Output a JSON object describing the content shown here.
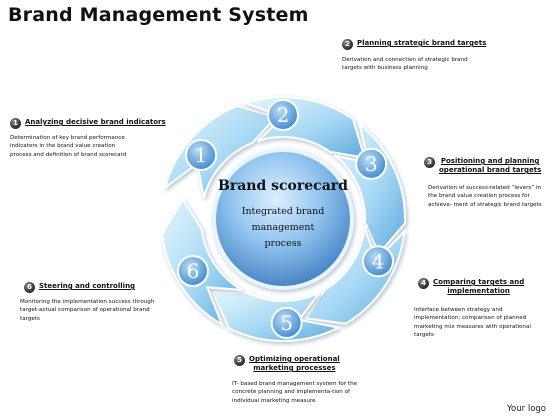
{
  "title": "Brand Management System",
  "center": {
    "heading": "Brand scorecard",
    "line1": "Integrated brand",
    "line2": "management",
    "line3": "process"
  },
  "ring_numbers": [
    "1",
    "2",
    "3",
    "4",
    "5",
    "6"
  ],
  "steps": [
    {
      "num": "1",
      "title": "Analyzing decisive brand indicators",
      "desc": [
        "Determination of key brand performance",
        "indicators in the brand value creation",
        "process and definition of brand scorecard"
      ]
    },
    {
      "num": "2",
      "title": "Planning strategic brand targets",
      "desc": [
        "Derivation and connection of strategic brand",
        "targets with business planning"
      ]
    },
    {
      "num": "3",
      "title_lines": [
        "Positioning and planning",
        "operational brand targets"
      ],
      "desc": [
        "Derivation of success-related “levers” in",
        "the brand value creation process for",
        "achieve- ment of strategic brand targets"
      ]
    },
    {
      "num": "4",
      "title_lines": [
        "Comparing targets and",
        "implementation"
      ],
      "desc": [
        "Interface between strategy and",
        "implementation; comparison of planned",
        "marketing mix measures with operational",
        "targets"
      ]
    },
    {
      "num": "5",
      "title_lines": [
        "Optimizing operational",
        "marketing processes"
      ],
      "desc": [
        "IT- based brand management system for the",
        "concrete planning and implementa-tion of",
        "individual marketing measure"
      ]
    },
    {
      "num": "6",
      "title": "Steering and controlling",
      "desc": [
        "Monitoring the implementation success through",
        "target-actual comparison of operational brand",
        "targets"
      ]
    }
  ],
  "logo": "Your logo",
  "colors": {
    "arrow_light": "#d9f0fb",
    "arrow_mid": "#8fcaf0",
    "arrow_dark": "#4f9fd8",
    "center_dark": "#1f5fa8",
    "center_light": "#a9d3f3"
  }
}
